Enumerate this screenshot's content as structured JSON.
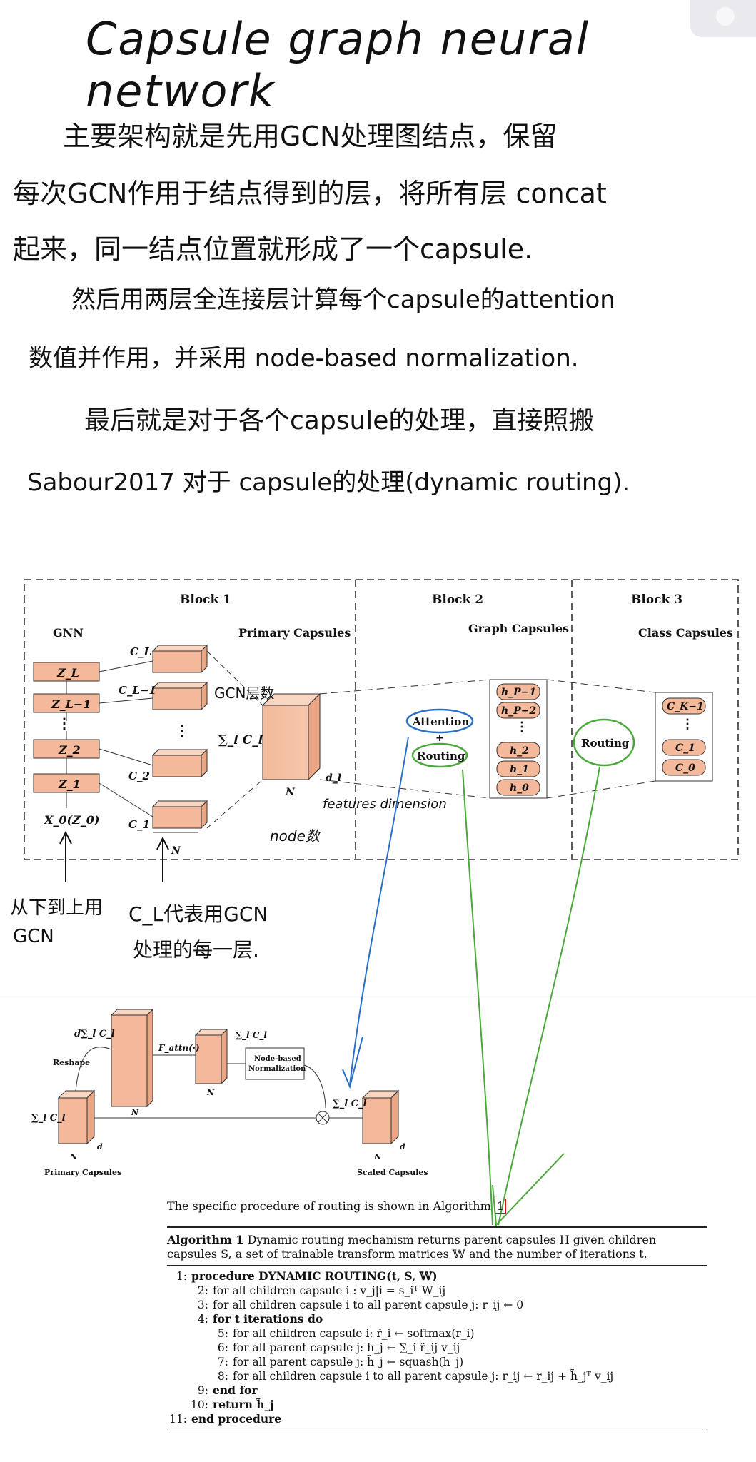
{
  "notes": {
    "title": "Capsule graph neural network",
    "line1": "主要架构就是先用GCN处理图结点，保留",
    "line2": "每次GCN作用于结点得到的层，将所有层 concat",
    "line3": "起来，同一结点位置就形成了一个capsule.",
    "line4": "然后用两层全连接层计算每个capsule的attention",
    "line5": "数值并作用，并采用 node-based normalization.",
    "line6": "最后就是对于各个capsule的处理，直接照搬",
    "line7": "Sabour2017 对于 capsule的处理(dynamic routing)."
  },
  "figure1": {
    "block1": "Block 1",
    "block2": "Block 2",
    "block3": "Block 3",
    "gnn": "GNN",
    "primary_capsules": "Primary Capsules",
    "graph_capsules": "Graph Capsules",
    "class_capsules": "Class Capsules",
    "z_l": "Z_L",
    "z_l1": "Z_L−1",
    "z_2": "Z_2",
    "z_1": "Z_1",
    "x0": "X_0(Z_0)",
    "c_l": "C_L",
    "c_l1": "C_L−1",
    "c_2": "C_2",
    "c_1": "C_1",
    "n": "N",
    "d_l": "d_l",
    "sum_c": "∑_l C_l",
    "attention": "Attention",
    "plus": "+",
    "routing": "Routing",
    "routing3": "Routing",
    "h_p1": "h_P−1",
    "h_p2": "h_P−2",
    "h_2": "h_2",
    "h_1": "h_1",
    "h_0": "h_0",
    "c_k1": "C_K−1",
    "c_1b": "C_1",
    "c_0": "C_0",
    "ann_gcn_layers": "GCN层数",
    "ann_features": "features dimension",
    "ann_node": "node数",
    "ann_bottom_left_1": "从下到上用",
    "ann_bottom_left_2": "GCN",
    "ann_bottom_mid_1": "C_L代表用GCN",
    "ann_bottom_mid_2": "处理的每一层."
  },
  "figure2": {
    "d_sum": "d∑_l C_l",
    "reshape": "Reshape",
    "fattn": "F_attn(·)",
    "sum_small": "∑_l C_l",
    "node_norm_1": "Node-based",
    "node_norm_2": "Normalization",
    "sum_left": "∑_l C_l",
    "sum_right": "∑_l C_l",
    "n": "N",
    "d": "d",
    "primary_capsules": "Primary Capsules",
    "scaled_capsules": "Scaled Capsules"
  },
  "algorithm": {
    "intro": "The specific procedure of routing is shown in Algorithm",
    "ref": "1",
    "caption_bold": "Algorithm 1",
    "caption": " Dynamic routing mechanism returns parent capsules H given children capsules S, a set of trainable transform matrices 𝕎 and the number of iterations t.",
    "lines": [
      {
        "no": "1:",
        "text": "procedure DYNAMIC ROUTING(t, S, 𝕎)"
      },
      {
        "no": "2:",
        "text": "for all children capsule i : v_j|i = s_iᵀ W_ij"
      },
      {
        "no": "3:",
        "text": "for all children capsule i to all parent capsule j: r_ij ← 0"
      },
      {
        "no": "4:",
        "text": "for t iterations do"
      },
      {
        "no": "5:",
        "text": "for all children capsule i: r̃_i ← softmax(r_i)"
      },
      {
        "no": "6:",
        "text": "for all parent capsule j: h_j ← ∑_i r̃_ij v_ij"
      },
      {
        "no": "7:",
        "text": "for all parent capsule j: h̃_j ← squash(h_j)"
      },
      {
        "no": "8:",
        "text": "for all children capsule i to all parent capsule j: r_ij ← r_ij + h̃_jᵀ v_ij"
      },
      {
        "no": "9:",
        "text": "end for"
      },
      {
        "no": "10:",
        "text": "return h̃_j"
      },
      {
        "no": "11:",
        "text": "end procedure"
      }
    ]
  }
}
